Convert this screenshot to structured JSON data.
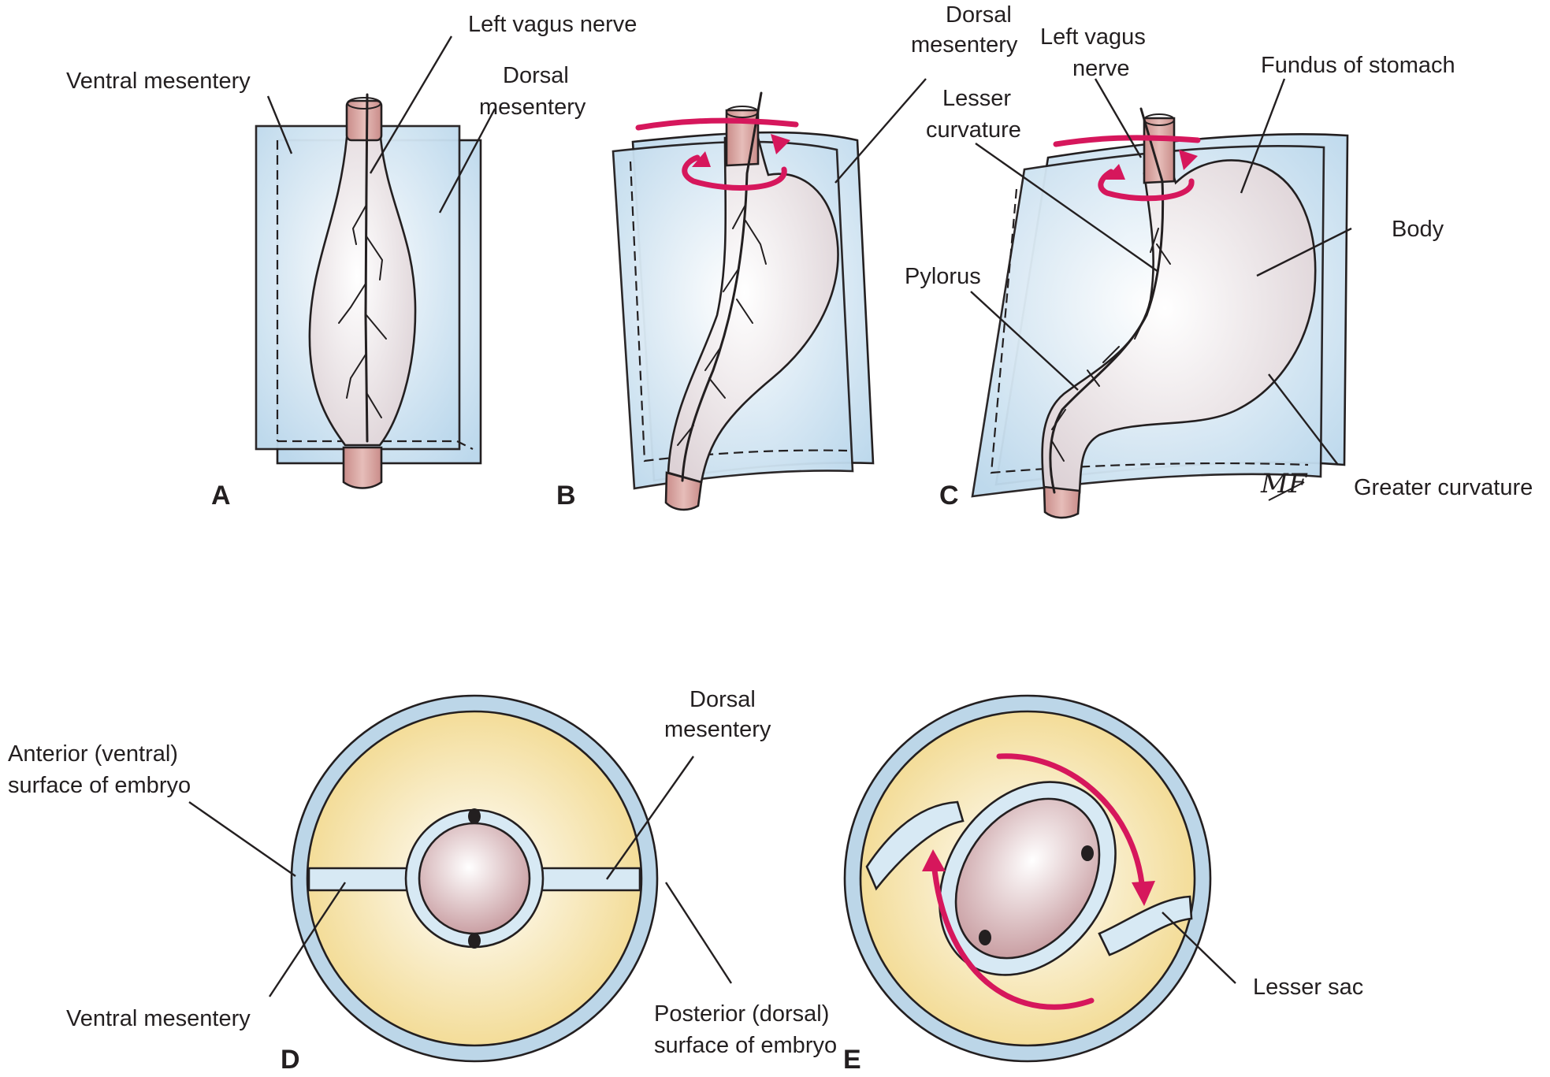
{
  "labels": {
    "a_ventral_mesentery": "Ventral mesentery",
    "a_left_vagus": "Left vagus nerve",
    "a_dorsal_mesentery_1": "Dorsal",
    "a_dorsal_mesentery_2": "mesentery",
    "b_dorsal_mesentery_1": "Dorsal",
    "b_dorsal_mesentery_2": "mesentery",
    "c_left_vagus_1": "Left vagus",
    "c_left_vagus_2": "nerve",
    "c_lesser_curvature_1": "Lesser",
    "c_lesser_curvature_2": "curvature",
    "c_fundus": "Fundus of stomach",
    "c_body": "Body",
    "c_pylorus": "Pylorus",
    "c_greater_curvature": "Greater curvature",
    "d_dorsal_mesentery_1": "Dorsal",
    "d_dorsal_mesentery_2": "mesentery",
    "d_anterior_1": "Anterior (ventral)",
    "d_anterior_2": "surface of embryo",
    "d_ventral_mesentery": "Ventral mesentery",
    "d_posterior_1": "Posterior (dorsal)",
    "d_posterior_2": "surface of embryo",
    "e_lesser_sac": "Lesser sac"
  },
  "panels": {
    "a": "A",
    "b": "B",
    "c": "C",
    "d": "D",
    "e": "E"
  },
  "signature": "MF",
  "colors": {
    "mesentery": "#d7e9f4",
    "stomach": "#e9dfe3",
    "esophagus": "#d9a6a3",
    "yolk": "#f6e3a3",
    "ring": "#bcd6e8",
    "arrow": "#d6175c",
    "ink": "#231f20"
  }
}
